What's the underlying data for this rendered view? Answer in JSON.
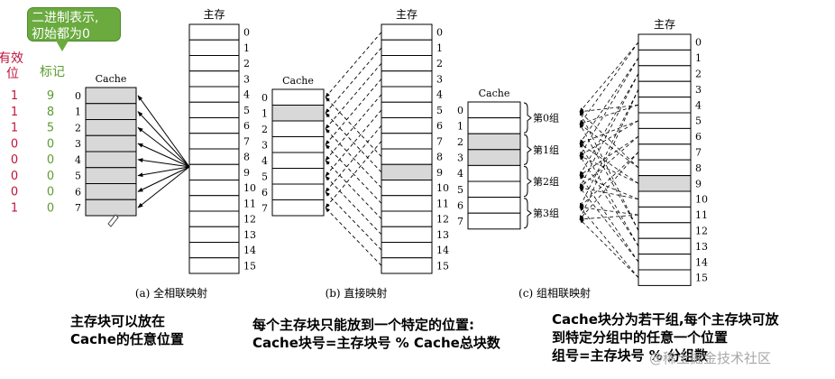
{
  "callout": {
    "line1": "二进制表示,",
    "line2": "初始都为0"
  },
  "side_labels": {
    "valid_1": "有效",
    "valid_2": "位",
    "tag": "标记"
  },
  "valid_bits": [
    "1",
    "1",
    "1",
    "0",
    "0",
    "0",
    "0",
    "1"
  ],
  "tags": [
    "9",
    "8",
    "5",
    "0",
    "0",
    "0",
    "0",
    "0"
  ],
  "colors": {
    "valid": "#c0143c",
    "tag": "#5a9e2f",
    "shade": "#d8d8d8",
    "callout": "#6aaa3f"
  },
  "labels": {
    "main_memory": "主存",
    "cache": "Cache"
  },
  "block_numbers": [
    "0",
    "1",
    "2",
    "3",
    "4",
    "5",
    "6",
    "7",
    "8",
    "9",
    "10",
    "11",
    "12",
    "13",
    "14",
    "15"
  ],
  "cache_numbers": [
    "0",
    "1",
    "2",
    "3",
    "4",
    "5",
    "6",
    "7"
  ],
  "groups": [
    "第0组",
    "第1组",
    "第2组",
    "第3组"
  ],
  "captions": {
    "a": "(a) 全相联映射",
    "b": "(b) 直接映射",
    "c": "(c) 组相联映射"
  },
  "notes": {
    "a_line1": "主存块可以放在",
    "a_line2": "Cache的任意位置",
    "b_line1": "每个主存块只能放到一个特定的位置:",
    "b_line2": "Cache块号=主存块号 % Cache总块数",
    "c_line1": "Cache块分为若干组,每个主存块可放",
    "c_line2": "到特定分组中的任意一个位置",
    "c_line3": "组号=主存块号 % 分组数"
  },
  "watermark": "@稀土掘金技术社区"
}
